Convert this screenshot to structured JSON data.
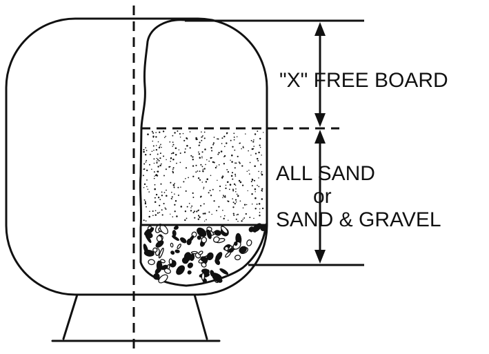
{
  "labels": {
    "freeboard": "\"X\" FREE BOARD",
    "media_line1": "ALL SAND",
    "media_line2": "or",
    "media_line3": "SAND & GRAVEL"
  },
  "colors": {
    "ink": "#111111",
    "background": "#ffffff"
  }
}
